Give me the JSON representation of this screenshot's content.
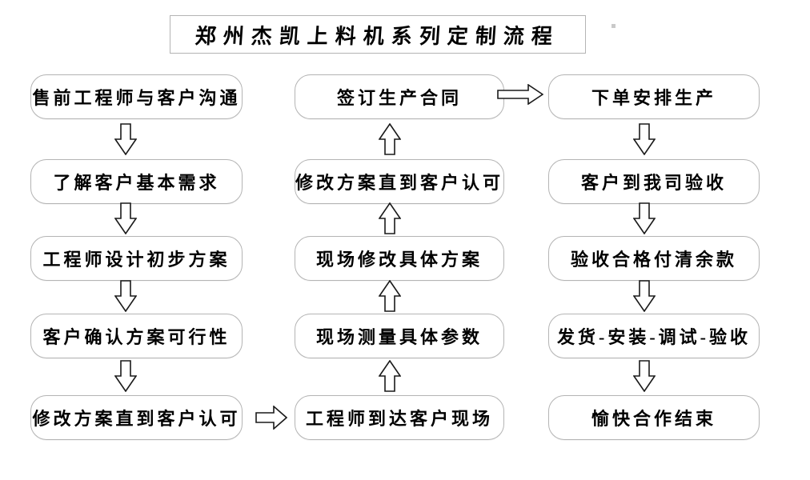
{
  "title": "郑州杰凯上料机系列定制流程",
  "flow": {
    "left": [
      {
        "label": "售前工程师与客户沟通"
      },
      {
        "label": "了解客户基本需求"
      },
      {
        "label": "工程师设计初步方案"
      },
      {
        "label": "客户确认方案可行性"
      },
      {
        "label": "修改方案直到客户认可"
      }
    ],
    "middle": [
      {
        "label": "签订生产合同"
      },
      {
        "label": "修改方案直到客户认可"
      },
      {
        "label": "现场修改具体方案"
      },
      {
        "label": "现场测量具体参数"
      },
      {
        "label": "工程师到达客户现场"
      }
    ],
    "right": [
      {
        "label": "下单安排生产"
      },
      {
        "label": "客户到我司验收"
      },
      {
        "label": "验收合格付清余款"
      },
      {
        "label": "发货-安装-调试-验收"
      },
      {
        "label": "愉快合作结束"
      }
    ]
  },
  "icons": {
    "down_arrow": "hollow-block-arrow-down",
    "up_arrow": "hollow-block-arrow-up",
    "right_arrow": "hollow-block-arrow-right"
  },
  "colors": {
    "background": "#ffffff",
    "box_border": "#b4b4b4",
    "arrow_outline": "#1a1a1a",
    "text": "#000000"
  }
}
